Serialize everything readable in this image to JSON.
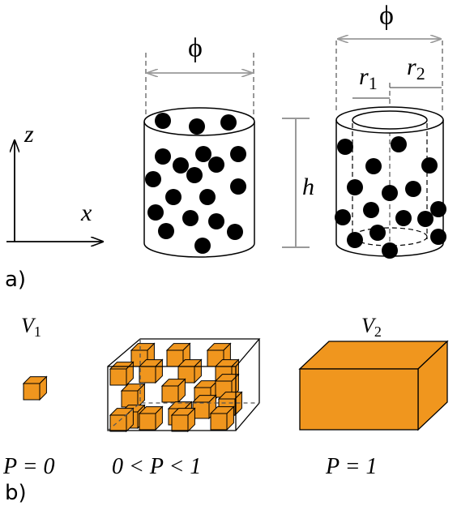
{
  "panel_a": {
    "label": "a)",
    "axes": {
      "z": "z",
      "x": "x"
    },
    "phi_left": "ϕ",
    "phi_right": "ϕ",
    "height": "h",
    "r1": {
      "base": "r",
      "sub": "1"
    },
    "r2": {
      "base": "r",
      "sub": "2"
    }
  },
  "panel_b": {
    "label": "b)",
    "v1": {
      "base": "V",
      "sub": "1"
    },
    "v2": {
      "base": "V",
      "sub": "2"
    },
    "p_zero": "P = 0",
    "p_mid": "0 < P < 1",
    "p_one": "P = 1"
  },
  "colors": {
    "cube": "#f0961e",
    "dot": "#000000",
    "line": "#000000",
    "dim": "#999999"
  }
}
